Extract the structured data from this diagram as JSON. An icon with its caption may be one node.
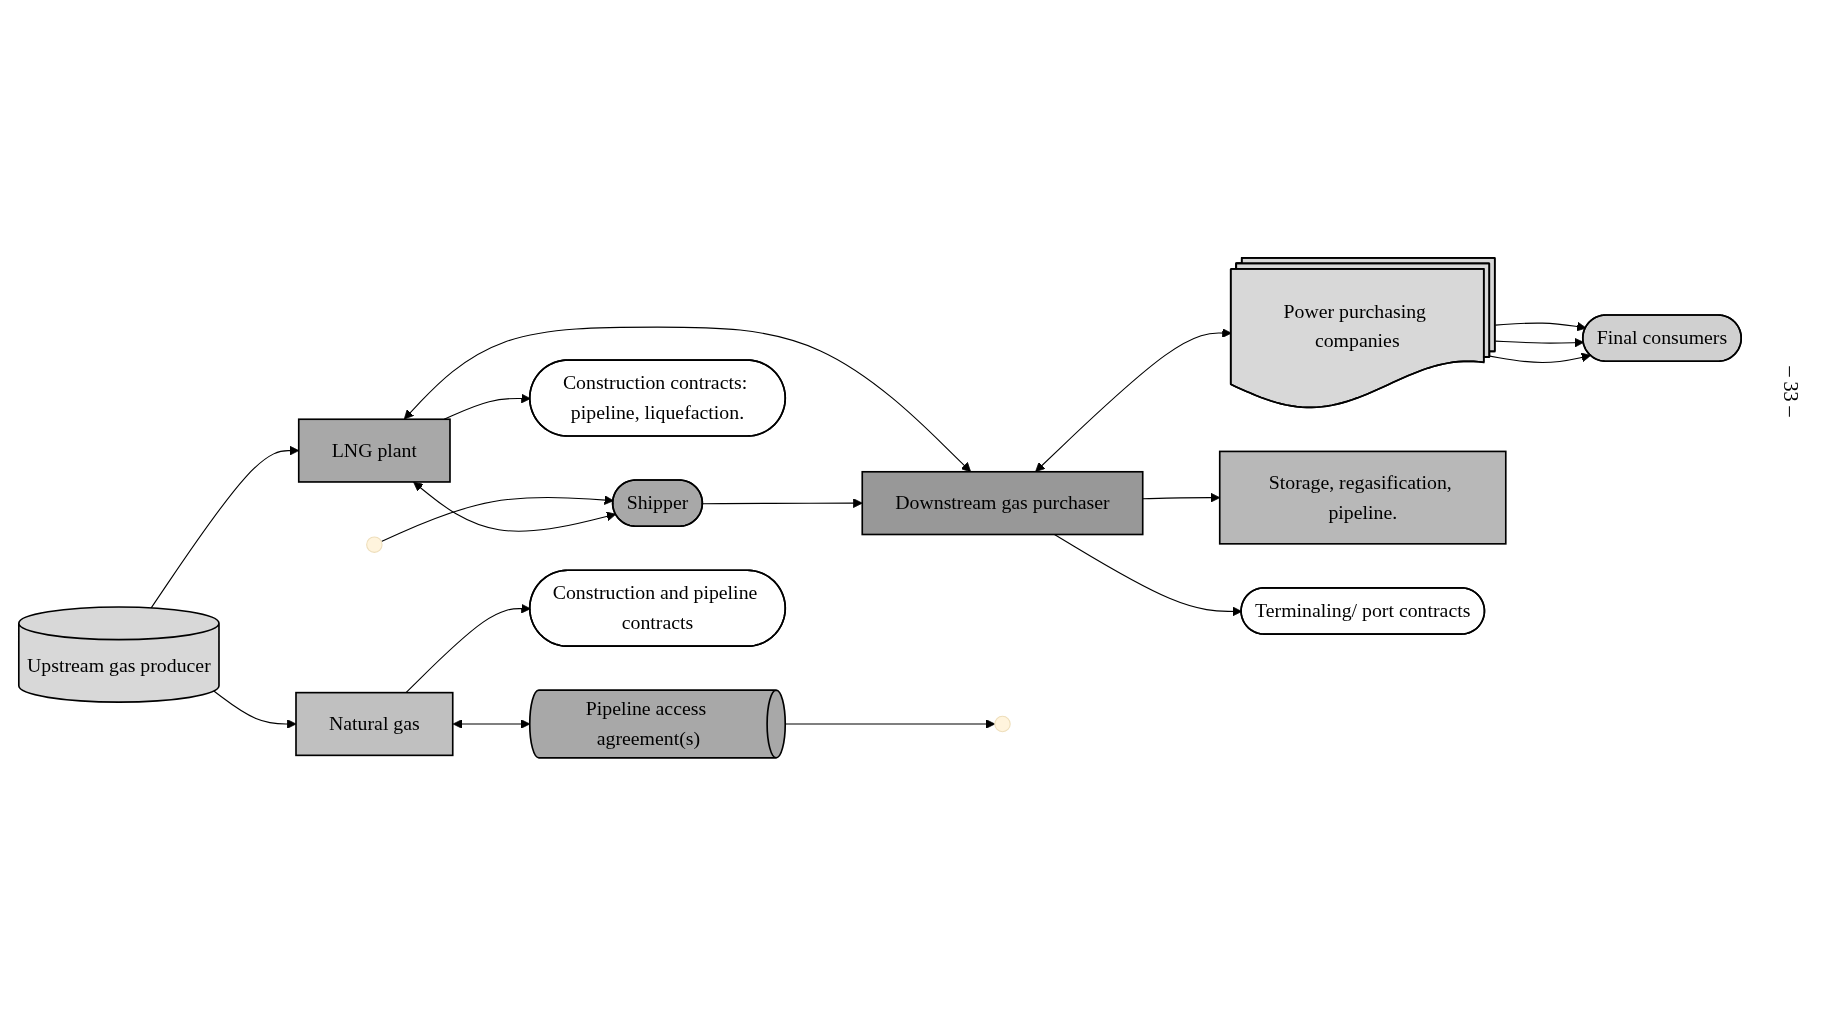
{
  "diagram": {
    "nodes": [
      {
        "text": [
          "Upstream gas producer"
        ]
      },
      {
        "text": [
          "LNG plant"
        ]
      },
      {
        "text": [
          "Downstream gas purchaser"
        ]
      },
      {
        "text": [
          "Power purchasing companies"
        ]
      },
      {
        "text": [
          "Shipper"
        ]
      },
      {
        "text": [
          "Construction contracts: pipeline, liquefaction."
        ]
      },
      {
        "text": [
          "Storage, regasification, pipeline."
        ]
      },
      {
        "text": [
          "Terminaling/ port contracts"
        ]
      },
      {
        "text": [
          "Natural gas"
        ]
      },
      {
        "text": [
          "Pipeline access agreement(s)"
        ]
      },
      {
        "text": [
          "Final consumers"
        ]
      },
      {
        "text": [
          "Construction and pipeline contracts"
        ]
      }
    ],
    "edges": [
      {
        "from": 0,
        "to": 1,
        "arrow": "to"
      },
      {
        "from": 1,
        "to": 2,
        "arrow": "both"
      },
      {
        "from": null,
        "to": 4,
        "arrow": "to"
      },
      {
        "from": 1,
        "to": 4,
        "arrow": "both"
      },
      {
        "from": 4,
        "to": 2,
        "arrow": "to"
      },
      {
        "from": 9,
        "to": null,
        "arrow": "to"
      },
      {
        "from": 1,
        "to": 5,
        "arrow": "to"
      },
      {
        "from": 2,
        "to": 6,
        "arrow": "to"
      },
      {
        "from": 2,
        "to": 7,
        "arrow": "to"
      },
      {
        "from": 2,
        "to": 3,
        "arrow": "both"
      },
      {
        "from": 3,
        "to": 10,
        "arrow": "to"
      },
      {
        "from": 3,
        "to": 10,
        "arrow": "to"
      },
      {
        "from": 3,
        "to": 10,
        "arrow": "to"
      },
      {
        "from": 0,
        "to": 8,
        "arrow": "to"
      },
      {
        "from": 8,
        "to": 9,
        "arrow": "both"
      },
      {
        "from": 8,
        "to": 11,
        "arrow": "to"
      }
    ],
    "labels": [
      "– 33 –"
    ]
  }
}
